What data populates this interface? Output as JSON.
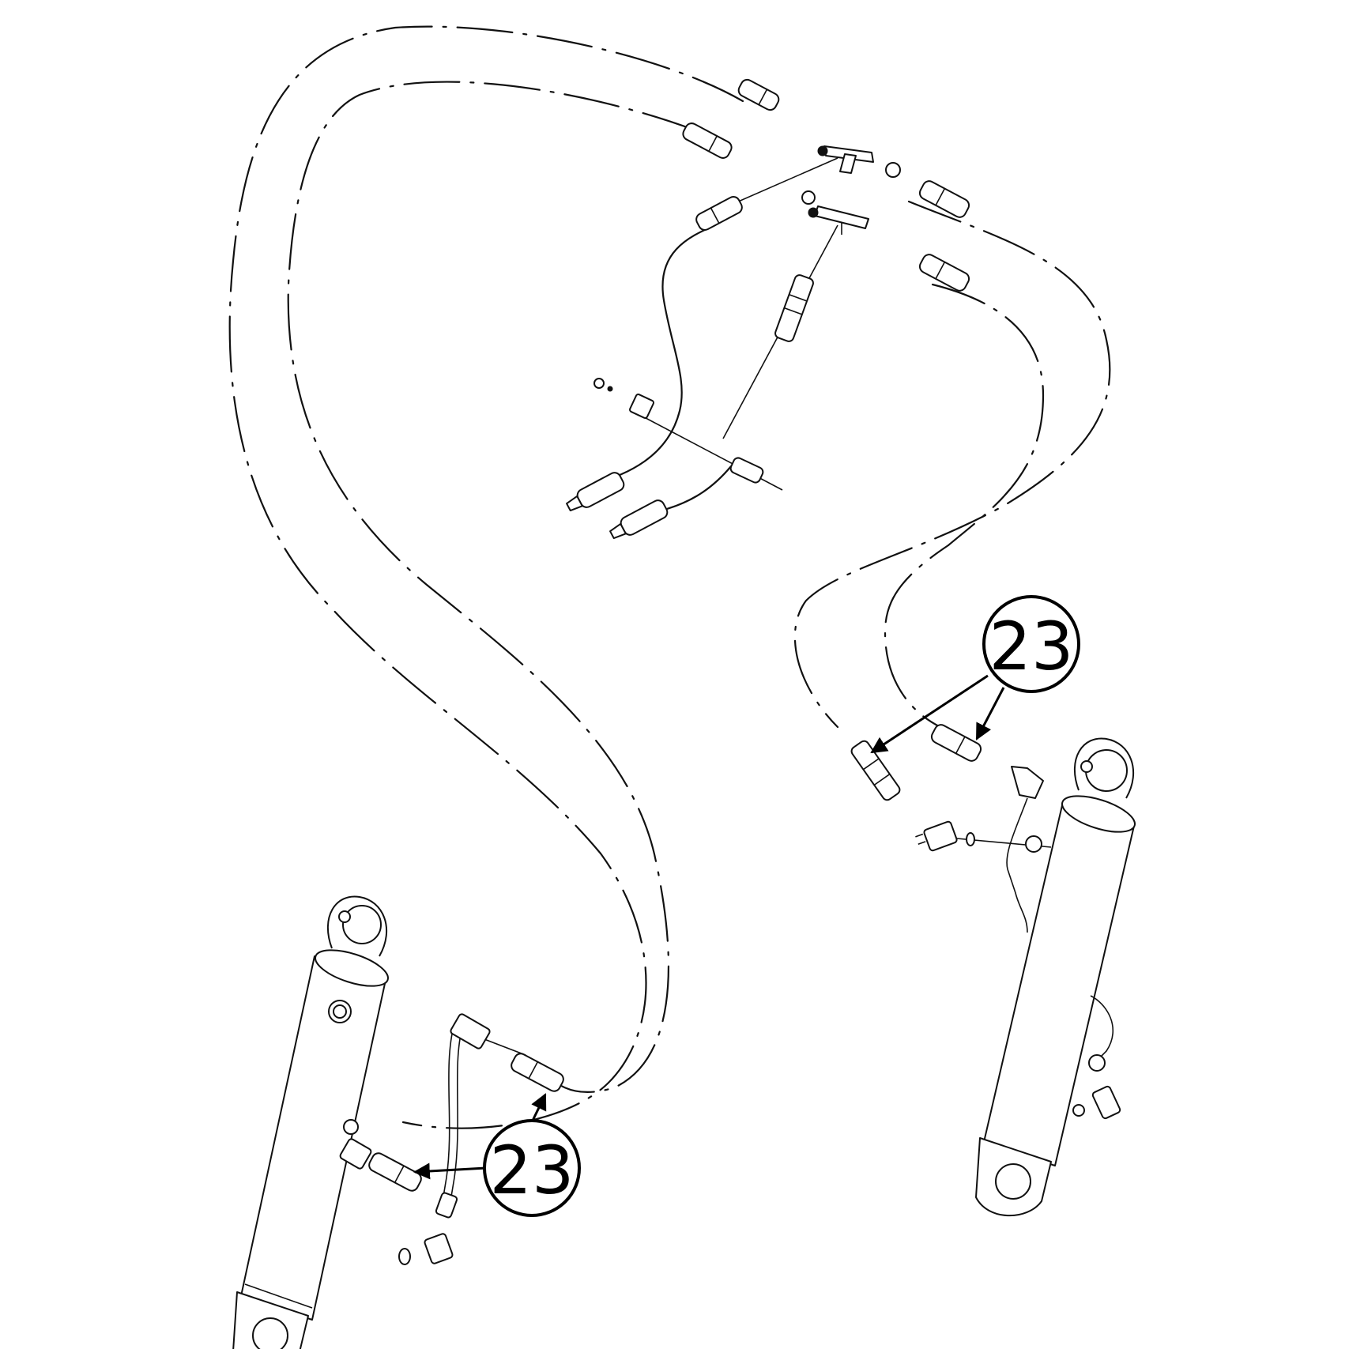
{
  "callouts": [
    {
      "id": "callout-23-right",
      "label": "23"
    },
    {
      "id": "callout-23-left",
      "label": "23"
    }
  ],
  "colors": {
    "line": "#111111",
    "background": "#ffffff"
  }
}
